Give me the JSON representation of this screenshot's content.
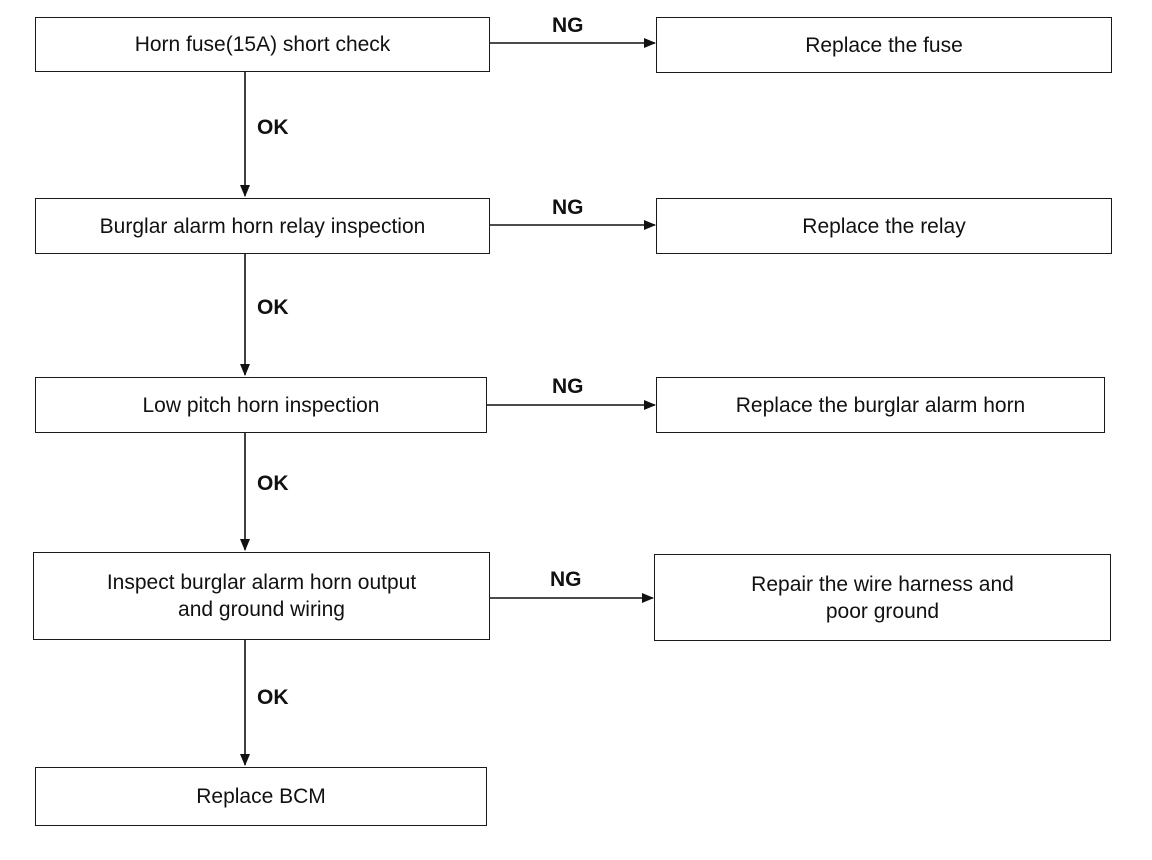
{
  "steps": [
    {
      "label": "Horn fuse(15A) short check",
      "ng_label": "NG",
      "ok_label": "OK",
      "ng_action": "Replace the fuse"
    },
    {
      "label": "Burglar alarm horn relay inspection",
      "ng_label": "NG",
      "ok_label": "OK",
      "ng_action": "Replace the relay"
    },
    {
      "label": "Low pitch horn inspection",
      "ng_label": "NG",
      "ok_label": "OK",
      "ng_action": "Replace the burglar alarm horn"
    },
    {
      "label_lines": [
        "Inspect burglar alarm horn output",
        "and ground wiring"
      ],
      "ng_label": "NG",
      "ok_label": "OK",
      "ng_action_lines": [
        "Repair the wire harness and",
        "poor ground"
      ]
    }
  ],
  "final_step": {
    "label": "Replace BCM"
  }
}
